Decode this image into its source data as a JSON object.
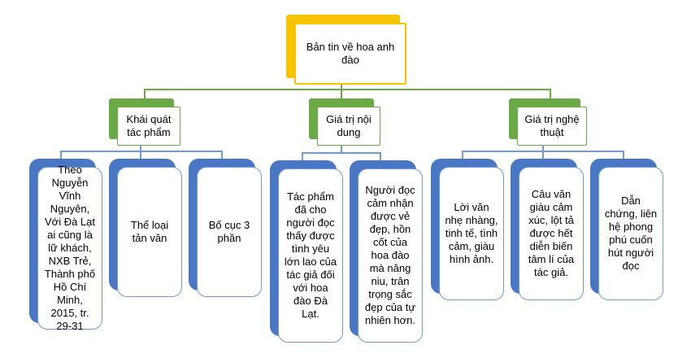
{
  "colors": {
    "root_accent": "#f7c400",
    "branch_accent": "#6aaa44",
    "leaf_accent": "#4a77c4",
    "connector": "#6aaa44",
    "leaf_connector": "#6f9bd6"
  },
  "root": {
    "label": "Bản tin về hoa anh đào"
  },
  "branches": [
    {
      "label": "Khái quát tác phẩm",
      "children": [
        {
          "label": "Theo Nguyễn Vĩnh Nguyên, Với Đà Lạt ai cũng là lữ khách, NXB Trẻ, Thành phố Hồ Chí Minh, 2015, tr. 29-31"
        },
        {
          "label": "Thể loại tản văn"
        },
        {
          "label": "Bố cục 3 phần"
        }
      ]
    },
    {
      "label": "Giá trị nội dung",
      "children": [
        {
          "label": "Tác phẩm đã cho người đọc thấy được tình yêu lớn lao của tác giả đối với hoa đào Đà Lạt."
        },
        {
          "label": "Người đọc cảm nhận được vẻ đẹp, hồn cốt của hoa đào mà nâng niu, trân trọng sắc đẹp của tự nhiên hơn."
        }
      ]
    },
    {
      "label": "Giá trị nghệ thuật",
      "children": [
        {
          "label": "Lời văn nhẹ nhàng, tinh tế, tình cảm, giàu hình ảnh."
        },
        {
          "label": "Câu văn giàu cảm xúc, lột tả được hết diễn biến tâm lí của tác giả."
        },
        {
          "label": "Dẫn chứng, liên hệ phong phú cuốn hút người đọc"
        }
      ]
    }
  ]
}
